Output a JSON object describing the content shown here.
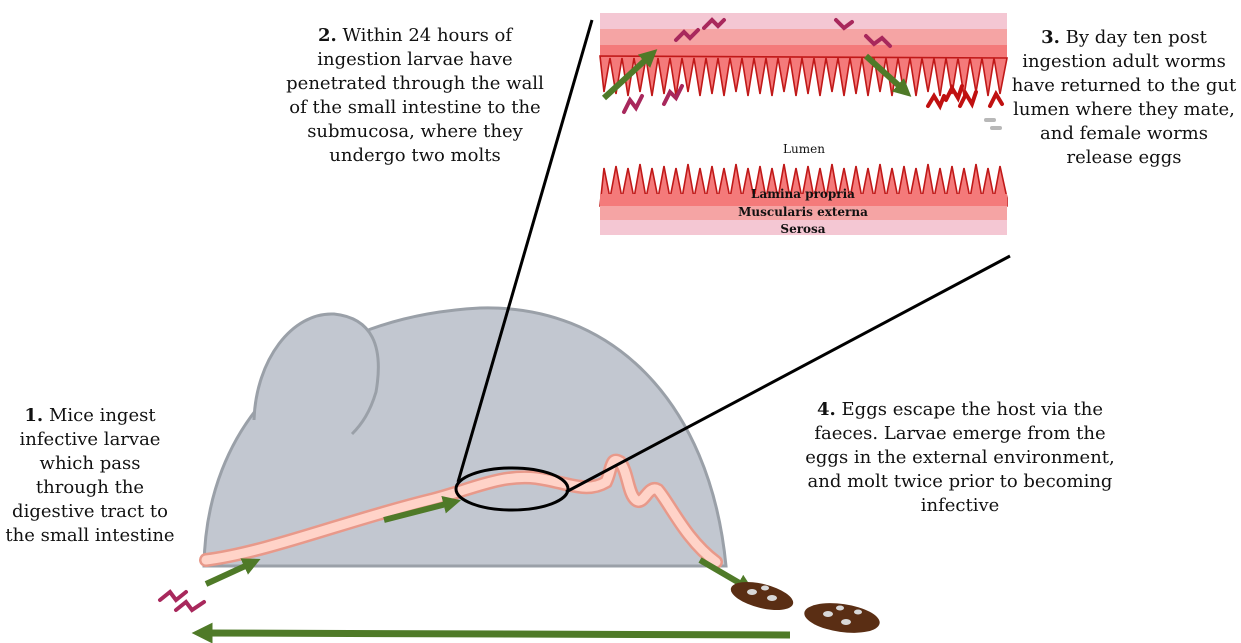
{
  "steps": [
    {
      "number": "1.",
      "text": "Mice ingest infective larvae which pass through the digestive tract to the small intestine"
    },
    {
      "number": "2.",
      "text": "Within 24 hours of ingestion larvae have penetrated through the wall of the small intestine to the submucosa, where they undergo two molts"
    },
    {
      "number": "3.",
      "text": "By day ten post ingestion adult worms have returned to the gut lumen where they mate, and female worms release eggs"
    },
    {
      "number": "4.",
      "text": "Eggs escape the host via the faeces.  Larvae emerge from the eggs in the external environment, and molt twice prior to becoming infective"
    }
  ],
  "inset_labels": {
    "lumen": "Lumen",
    "lamina_propria": "Lamina propria",
    "muscularis_externa": "Muscularis externa",
    "serosa": "Serosa"
  },
  "colors": {
    "mouse_body": "#c2c7d0",
    "mouse_outline": "#9aa0a8",
    "intestine_fill": "#ffd3c8",
    "intestine_edge": "#e8998a",
    "arrow_green": "#4f7a28",
    "larva": "#a8285c",
    "adult_worm": "#c01010",
    "serosa_pink": "#f4c7d3",
    "muscularis": "#f5a4a4",
    "lamina_propria": "#f47a7a",
    "villi_edge": "#c01818",
    "egg": "#5a2e14",
    "egg_dot": "#d8d8d8"
  }
}
